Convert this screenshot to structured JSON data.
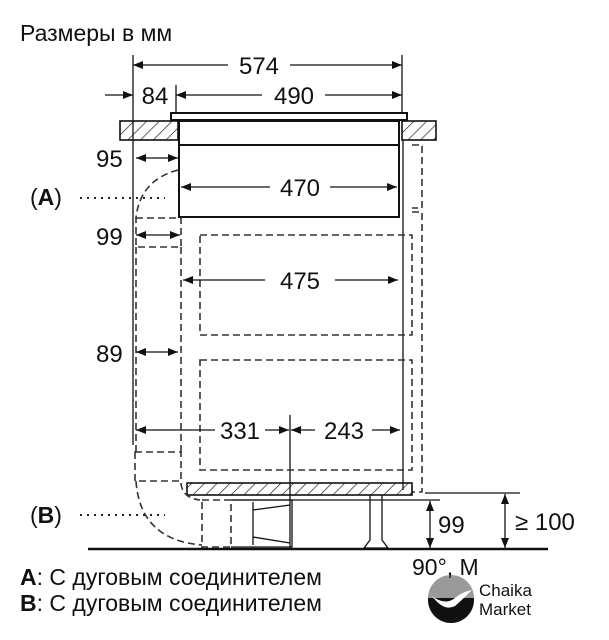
{
  "title": "Размеры в мм",
  "dimensions": {
    "overall_width": "574",
    "offset_left": "84",
    "glass_width": "490",
    "side_gap_top": "95",
    "body_width": "470",
    "side_gap_duct": "99",
    "inner_width": "475",
    "side_gap_lower": "89",
    "rear_section": "331",
    "front_section": "243",
    "plinth_height": "99",
    "min_clearance": "≥ 100"
  },
  "callouts": {
    "a": "A",
    "b": "B"
  },
  "legend": [
    {
      "key": "A",
      "text": ": С дуговым соединителем",
      "partial": "90°, M"
    },
    {
      "key": "B",
      "text": ": С дуговым соединителем"
    }
  ],
  "watermark": {
    "line1": "Chaika",
    "line2": "Market"
  },
  "colors": {
    "ink": "#111111",
    "logo_gray": "#9a9a9a"
  }
}
